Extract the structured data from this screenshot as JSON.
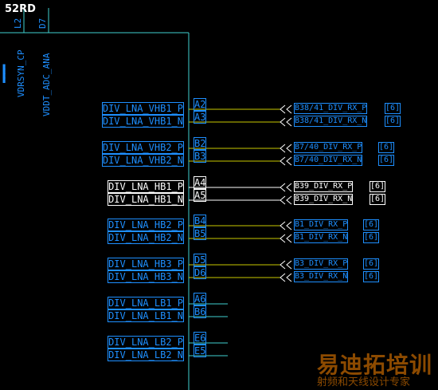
{
  "title": "52RD",
  "top_pins": [
    "L2",
    "D7"
  ],
  "power_pins": [
    "VDRSYN_CP",
    "VDDT_ADC_ANA"
  ],
  "rows": [
    {
      "label": "DIV_LNA_VHB1_P",
      "pin": "A2",
      "net": "B38/41_DIV_RX_P",
      "page": "[6]",
      "selected": false,
      "connected": true
    },
    {
      "label": "DIV_LNA_VHB1_N",
      "pin": "A3",
      "net": "B38/41_DIV_RX_N",
      "page": "[6]",
      "selected": false,
      "connected": true
    },
    {
      "label": "DIV_LNA_VHB2_P",
      "pin": "B2",
      "net": "B7/40_DIV_RX_P",
      "page": "[6]",
      "selected": false,
      "connected": true
    },
    {
      "label": "DIV_LNA_VHB2_N",
      "pin": "B3",
      "net": "B7/40_DIV_RX_N",
      "page": "[6]",
      "selected": false,
      "connected": true
    },
    {
      "label": "DIV_LNA_HB1_P",
      "pin": "A4",
      "net": "B39_DIV_RX_P",
      "page": "[6]",
      "selected": true,
      "connected": true
    },
    {
      "label": "DIV_LNA_HB1_N",
      "pin": "A5",
      "net": "B39_DIV_RX_N",
      "page": "[6]",
      "selected": true,
      "connected": true
    },
    {
      "label": "DIV_LNA_HB2_P",
      "pin": "B4",
      "net": "B1_DIV_RX_P",
      "page": "[6]",
      "selected": false,
      "connected": true
    },
    {
      "label": "DIV_LNA_HB2_N",
      "pin": "B5",
      "net": "B1_DIV_RX_N",
      "page": "[6]",
      "selected": false,
      "connected": true
    },
    {
      "label": "DIV_LNA_HB3_P",
      "pin": "D5",
      "net": "B3_DIV_RX_P",
      "page": "[6]",
      "selected": false,
      "connected": true
    },
    {
      "label": "DIV_LNA_HB3_N",
      "pin": "D6",
      "net": "B3_DIV_RX_N",
      "page": "[6]",
      "selected": false,
      "connected": true
    },
    {
      "label": "DIV_LNA_LB1_P",
      "pin": "A6",
      "net": "",
      "page": "",
      "selected": false,
      "connected": false
    },
    {
      "label": "DIV_LNA_LB1_N",
      "pin": "B6",
      "net": "",
      "page": "",
      "selected": false,
      "connected": false
    },
    {
      "label": "DIV_LNA_LB2_P",
      "pin": "E6",
      "net": "",
      "page": "",
      "selected": false,
      "connected": false
    },
    {
      "label": "DIV_LNA_LB2_N",
      "pin": "E5",
      "net": "",
      "page": "",
      "selected": false,
      "connected": false
    }
  ],
  "watermark": {
    "line1": "易迪拓培训",
    "line2": "射频和天线设计专家"
  },
  "colors": {
    "wire": "#c8c800",
    "body": "#3fd0d0",
    "text": "#1e8fff",
    "selected": "#ffffff",
    "offpage": "#ffffff"
  }
}
